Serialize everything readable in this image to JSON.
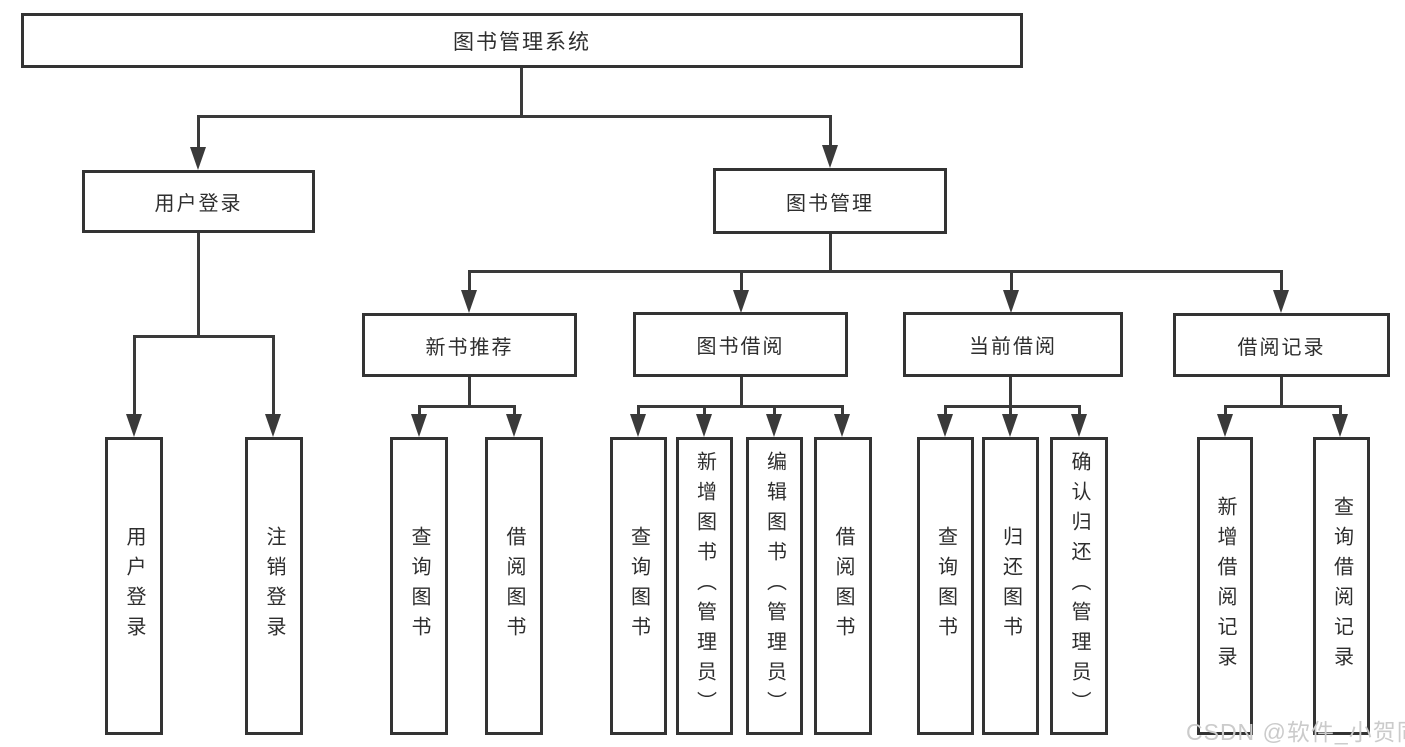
{
  "diagram_type": "hierarchy-tree",
  "tree": {
    "label": "图书管理系统",
    "children": [
      {
        "label": "用户登录",
        "children": [
          {
            "label": "用户登录"
          },
          {
            "label": "注销登录"
          }
        ]
      },
      {
        "label": "图书管理",
        "children": [
          {
            "label": "新书推荐",
            "children": [
              {
                "label": "查询图书"
              },
              {
                "label": "借阅图书"
              }
            ]
          },
          {
            "label": "图书借阅",
            "children": [
              {
                "label": "查询图书"
              },
              {
                "label": "新增图书（管理员）"
              },
              {
                "label": "编辑图书（管理员）"
              },
              {
                "label": "借阅图书"
              }
            ]
          },
          {
            "label": "当前借阅",
            "children": [
              {
                "label": "查询图书"
              },
              {
                "label": "归还图书"
              },
              {
                "label": "确认归还（管理员）"
              }
            ]
          },
          {
            "label": "借阅记录",
            "children": [
              {
                "label": "新增借阅记录"
              },
              {
                "label": "查询借阅记录"
              }
            ]
          }
        ]
      }
    ]
  },
  "watermark": {
    "text": "CSDN @软件_小贺同学"
  },
  "icons": {
    "arrow_down": "▼"
  },
  "colors": {
    "line": "#3a3a3a",
    "box_border": "#333333",
    "text": "#2e2e2e",
    "watermark": "#cbcbcb",
    "background": "#ffffff"
  }
}
